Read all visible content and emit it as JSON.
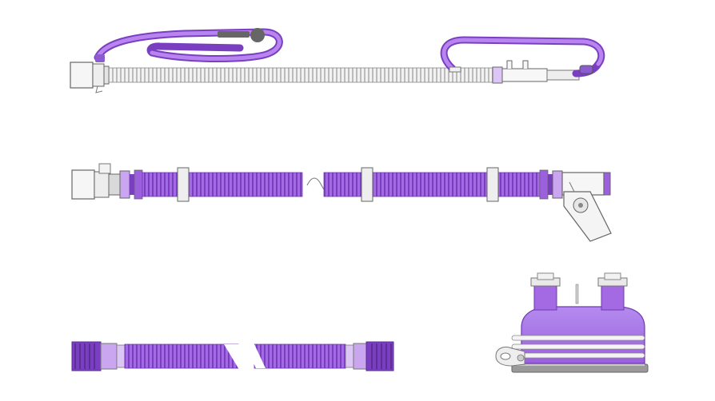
{
  "colors": {
    "purple_dark": "#7a3fc0",
    "purple_mid": "#9c5fde",
    "purple_light": "#c9a6ef",
    "purple_pale": "#e3d3f7",
    "white_part": "#f4f4f4",
    "outline": "#555555",
    "clear_tube": "#e9e9e9"
  },
  "items": [
    {
      "id": "item-1",
      "icon": "breathing-circuit-with-head-strap-icon"
    },
    {
      "id": "item-2",
      "icon": "purple-corrugated-tube-with-clips-and-elbow-icon"
    },
    {
      "id": "item-3",
      "icon": "purple-corrugated-hose-with-cuffs-icon"
    },
    {
      "id": "item-4",
      "icon": "humidifier-chamber-icon"
    }
  ]
}
